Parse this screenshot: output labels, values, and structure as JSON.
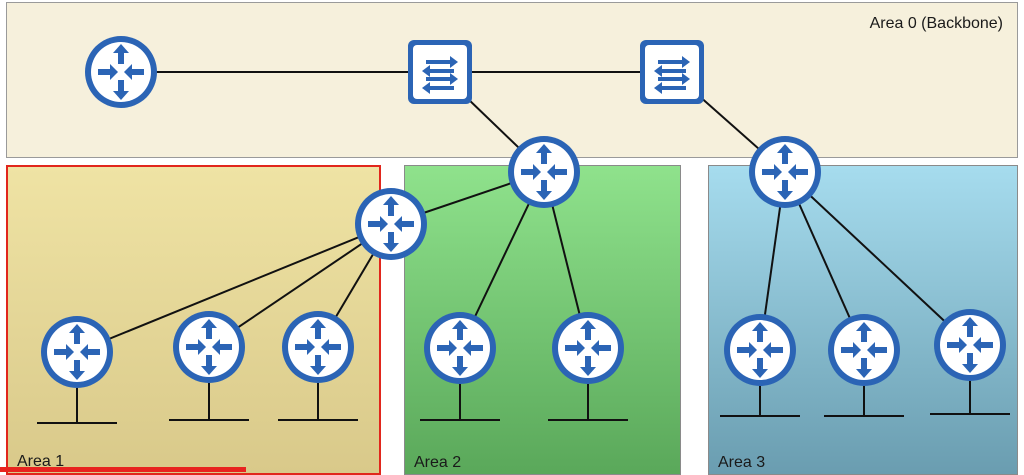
{
  "areas": {
    "area0": "Area 0 (Backbone)",
    "area1": "Area 1",
    "area2": "Area 2",
    "area3": "Area 3"
  },
  "colors": {
    "device_blue": "#2b64b5",
    "link": "#111111",
    "area0_fill": "#f6f0dc",
    "area1_border": "#e1261c",
    "progress_red": "#e8231f"
  },
  "icons": {
    "router": "router-icon",
    "switch": "switch-icon",
    "lan": "lan-segment"
  },
  "video_progress": 0.24
}
